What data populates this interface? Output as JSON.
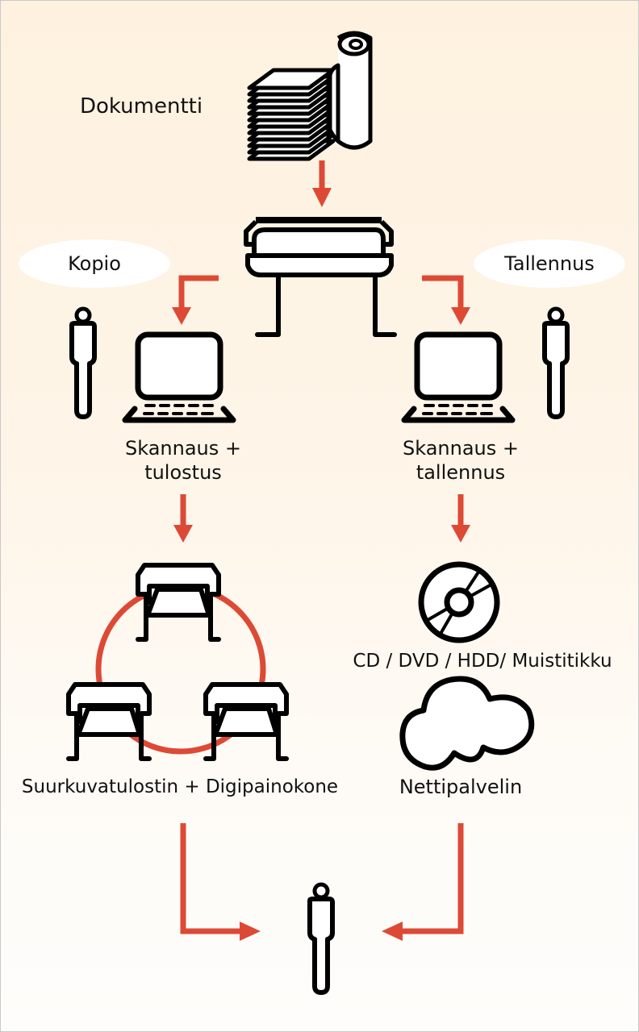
{
  "diagram": {
    "source": {
      "label": "Dokumentti",
      "icon": "document-stack-roll-icon"
    },
    "scanner": {
      "icon": "large-format-scanner-icon"
    },
    "branches": {
      "left": {
        "bubble": "Kopio",
        "step_line1": "Skannaus +",
        "step_line2": "tulostus",
        "output_label": "Suurkuvatulostin + Digipainokone",
        "output_icons": [
          "plotter-icon",
          "plotter-icon",
          "plotter-icon"
        ]
      },
      "right": {
        "bubble": "Tallennus",
        "step_line1": "Skannaus +",
        "step_line2": "tallennus",
        "storage_label": "CD / DVD / HDD/ Muistitikku",
        "cloud_label": "Nettipalvelin"
      }
    },
    "colors": {
      "arrow": "#dc4a36",
      "stroke": "#000000",
      "fill": "#ffffff",
      "bubble": "#ffffff",
      "background_top": "#fef1df",
      "background_bottom": "#fefdfb"
    }
  }
}
